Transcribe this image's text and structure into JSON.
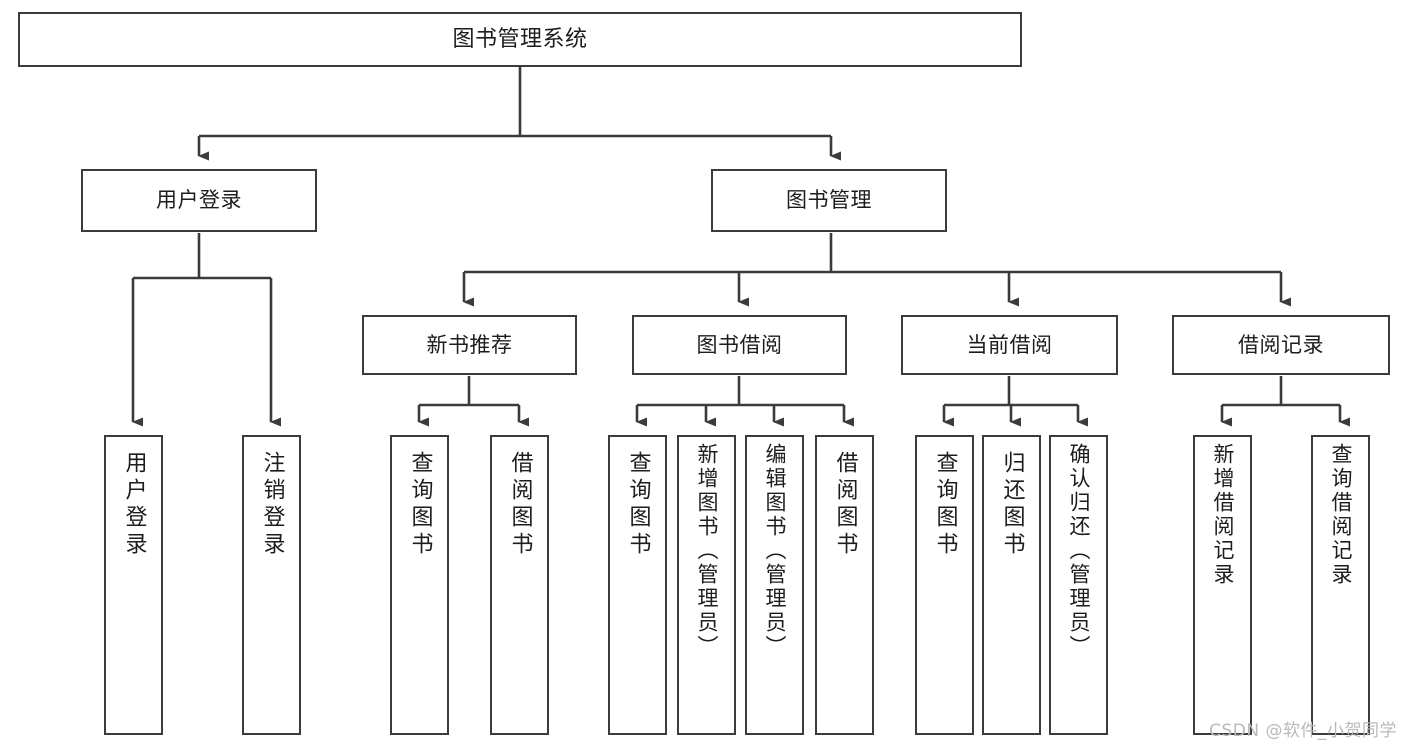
{
  "diagram": {
    "title": "图书管理系统",
    "type": "tree-hierarchy",
    "watermark": "CSDN @软件_小贺同学",
    "colors": {
      "background": "#ffffff",
      "box_border": "#3b3b3b",
      "box_fill": "#ffffff",
      "text": "#1d1d1d",
      "connector": "#3b3b3b",
      "watermark": "#b9b9b9"
    },
    "nodes": {
      "root": {
        "label": "图书管理系统"
      },
      "level2": [
        {
          "label": "用户登录"
        },
        {
          "label": "图书管理"
        }
      ],
      "level3": [
        {
          "label": "新书推荐"
        },
        {
          "label": "图书借阅"
        },
        {
          "label": "当前借阅"
        },
        {
          "label": "借阅记录"
        }
      ],
      "leaves": {
        "user_login": [
          {
            "label": "用户登录"
          },
          {
            "label": "注销登录"
          }
        ],
        "new_book_recommend": [
          {
            "label": "查询图书"
          },
          {
            "label": "借阅图书"
          }
        ],
        "book_borrow": [
          {
            "label": "查询图书"
          },
          {
            "label": "新增图书（管理员）"
          },
          {
            "label": "编辑图书（管理员）"
          },
          {
            "label": "借阅图书"
          }
        ],
        "current_borrow": [
          {
            "label": "查询图书"
          },
          {
            "label": "归还图书"
          },
          {
            "label": "确认归还（管理员）"
          }
        ],
        "borrow_record": [
          {
            "label": "新增借阅记录"
          },
          {
            "label": "查询借阅记录"
          }
        ]
      }
    }
  }
}
